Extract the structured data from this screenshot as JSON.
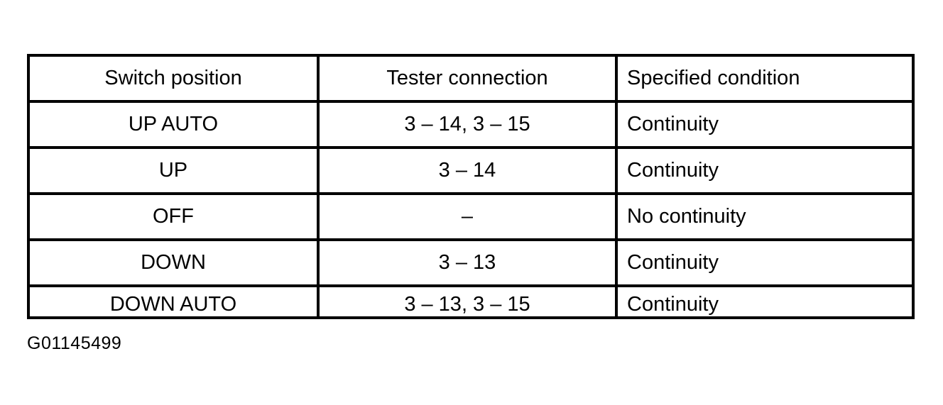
{
  "figure": {
    "caption": "G01145499",
    "colors": {
      "background": "#ffffff",
      "border": "#000000",
      "text": "#000000"
    }
  },
  "table": {
    "columns": [
      {
        "header": "Switch position",
        "align": "center"
      },
      {
        "header": "Tester connection",
        "align": "center"
      },
      {
        "header": "Specified condition",
        "align": "left"
      }
    ],
    "rows": [
      {
        "switch_position": "UP AUTO",
        "tester_connection": "3 – 14, 3 – 15",
        "specified_condition": "Continuity"
      },
      {
        "switch_position": "UP",
        "tester_connection": "3 – 14",
        "specified_condition": "Continuity"
      },
      {
        "switch_position": "OFF",
        "tester_connection": "–",
        "specified_condition": "No continuity"
      },
      {
        "switch_position": "DOWN",
        "tester_connection": "3 – 13",
        "specified_condition": "Continuity"
      },
      {
        "switch_position": "DOWN AUTO",
        "tester_connection": "3 – 13, 3 – 15",
        "specified_condition": "Continuity"
      }
    ]
  }
}
